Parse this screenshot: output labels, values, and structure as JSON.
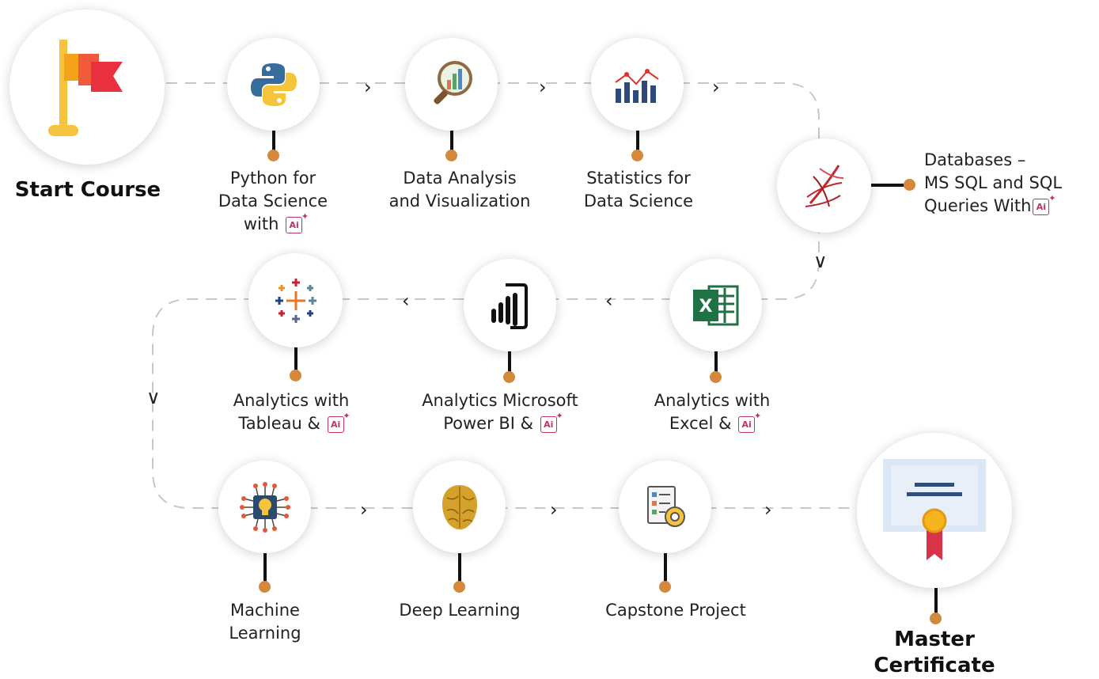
{
  "start": {
    "label": "Start Course"
  },
  "end": {
    "line1": "Master",
    "line2": "Certificate"
  },
  "ai_badge": "Ai",
  "steps": [
    {
      "lines": [
        "Python for",
        "Data Science",
        "with"
      ],
      "ai": true,
      "icon": "python-icon"
    },
    {
      "lines": [
        "Data Analysis",
        "and Visualization"
      ],
      "ai": false,
      "icon": "data-analysis-icon"
    },
    {
      "lines": [
        "Statistics for",
        "Data Science"
      ],
      "ai": false,
      "icon": "statistics-chart-icon"
    },
    {
      "lines": [
        "Databases –",
        "MS SQL and SQL",
        "Queries With"
      ],
      "ai": true,
      "icon": "sql-server-icon"
    },
    {
      "lines": [
        "Analytics with",
        "Excel &"
      ],
      "ai": true,
      "icon": "excel-icon"
    },
    {
      "lines": [
        "Analytics Microsoft",
        "Power BI &"
      ],
      "ai": true,
      "icon": "power-bi-icon"
    },
    {
      "lines": [
        "Analytics with",
        "Tableau &"
      ],
      "ai": true,
      "icon": "tableau-icon"
    },
    {
      "lines": [
        "Machine",
        "Learning"
      ],
      "ai": false,
      "icon": "machine-learning-icon"
    },
    {
      "lines": [
        "Deep Learning"
      ],
      "ai": false,
      "icon": "brain-icon"
    },
    {
      "lines": [
        "Capstone Project"
      ],
      "ai": false,
      "icon": "capstone-project-icon"
    }
  ]
}
